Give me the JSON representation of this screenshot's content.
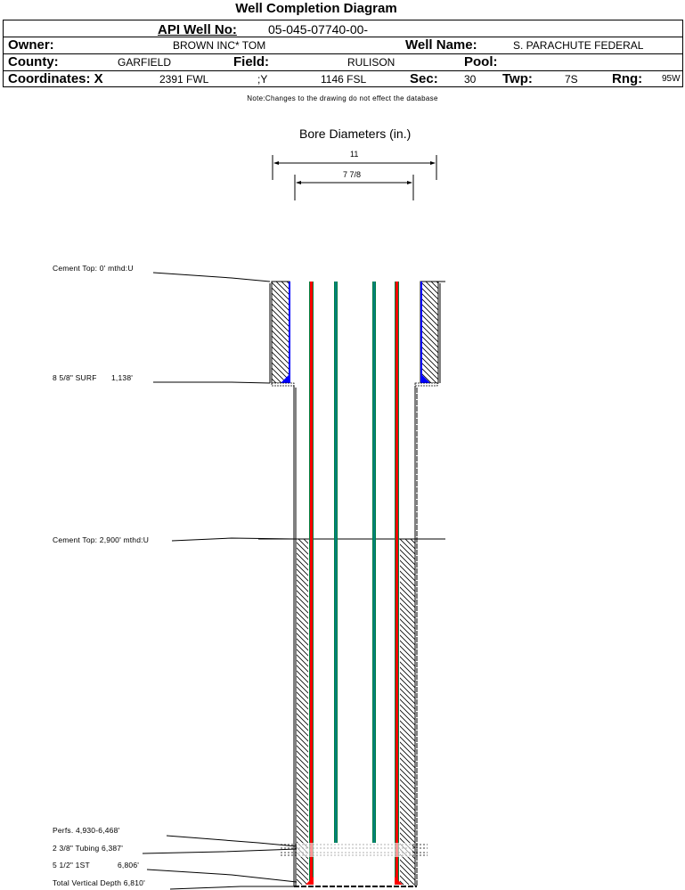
{
  "header": {
    "title": "Well Completion Diagram",
    "api_label": "API Well No:",
    "api_value": "05-045-07740-00-",
    "owner_label": "Owner:",
    "owner_value": "BROWN INC* TOM",
    "well_name_label": "Well Name:",
    "well_name_value": "S. PARACHUTE FEDERAL",
    "county_label": "County:",
    "county_value": "GARFIELD",
    "field_label": "Field:",
    "field_value": "RULISON",
    "pool_label": "Pool:",
    "pool_value": "",
    "coords_label": "Coordinates: X",
    "x_value": "2391 FWL",
    "y_label": ";Y",
    "y_value": "1146 FSL",
    "sec_label": "Sec:",
    "sec_value": "30",
    "twp_label": "Twp:",
    "twp_value": "7S",
    "rng_label": "Rng:",
    "rng_value": "95W"
  },
  "note": "Note:Changes to the drawing do not effect the database",
  "diagram": {
    "title": "Bore Diameters (in.)",
    "bore_diameters": [
      "11",
      "7 7/8"
    ],
    "annotations": {
      "cement_top_1": "Cement Top: 0' mthd:U",
      "surface_casing": "8 5/8\" SURF",
      "surface_casing_depth": "1,138'",
      "cement_top_2": "Cement Top: 2,900' mthd:U",
      "perfs": "Perfs. 4,930-6,468'",
      "tubing": "2 3/8\" Tubing 6,387'",
      "production_casing": "5 1/2\" 1ST",
      "production_casing_depth": "6,806'",
      "tvd": "Total Vertical Depth 6,810'"
    },
    "colors": {
      "casing_red": "#ff0000",
      "casing_green": "#008040",
      "tubing_green": "#008040",
      "tubing_teal": "#008080",
      "cement_shoe_blue": "#0000ff",
      "shoe_red": "#ff0000"
    }
  }
}
